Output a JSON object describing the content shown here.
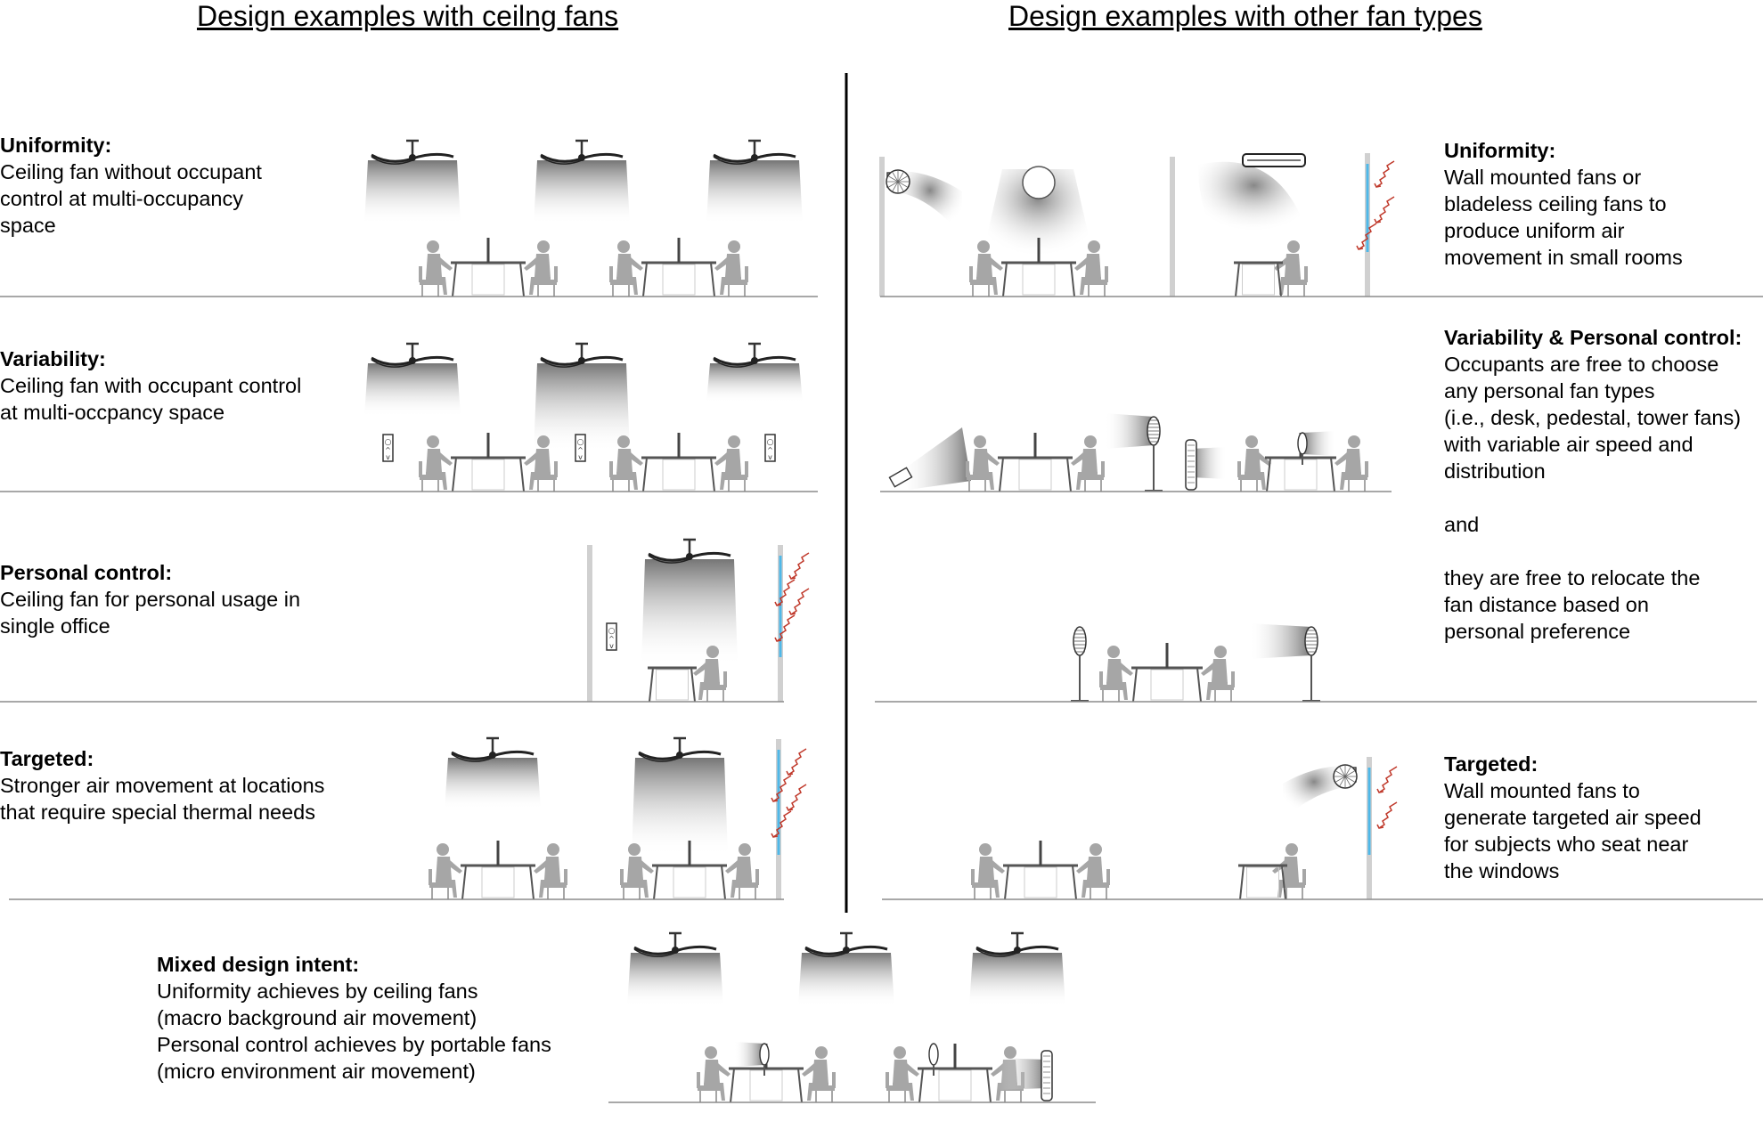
{
  "headers": {
    "left": "Design examples with ceilng fans",
    "right": "Design examples with other fan types"
  },
  "left_rows": [
    {
      "title": "Uniformity:",
      "lines": [
        "Ceiling fan without occupant",
        "control at multi-occupancy",
        "space"
      ]
    },
    {
      "title": "Variability:",
      "lines": [
        "Ceiling fan with occupant control",
        "at multi-occpancy space"
      ]
    },
    {
      "title": "Personal control:",
      "lines": [
        "Ceiling fan for personal usage in",
        "single office"
      ]
    },
    {
      "title": "Targeted:",
      "lines": [
        "Stronger air movement at locations",
        "that require special thermal needs"
      ]
    }
  ],
  "right_rows": [
    {
      "title": "Uniformity:",
      "lines": [
        "Wall mounted fans or",
        "bladeless ceiling fans to",
        "produce uniform air",
        "movement in small rooms"
      ]
    },
    {
      "title": "Variability & Personal control:",
      "lines": [
        "Occupants are free to choose",
        "any personal fan types",
        "(i.e., desk, pedestal, tower fans)",
        "with variable air speed and",
        "distribution"
      ],
      "mid": "and",
      "lines2": [
        "they are free to relocate the",
        "fan distance based on",
        "personal preference"
      ]
    },
    {
      "title": "Targeted:",
      "lines": [
        "Wall mounted fans to",
        "generate targeted air speed",
        "for subjects who seat near",
        "the windows"
      ]
    }
  ],
  "bottom": {
    "title": "Mixed design intent:",
    "lines": [
      "Uniformity achieves by ceiling fans",
      "(macro background air movement)",
      "Personal control achieves by portable fans",
      "(micro environment air movement)"
    ]
  },
  "colors": {
    "figure_gray": "#a6a6a6",
    "window_blue": "#4fb8e8",
    "radiation_red": "#c0392b",
    "floor_line": "#8c8c8c",
    "divider": "#000000"
  }
}
